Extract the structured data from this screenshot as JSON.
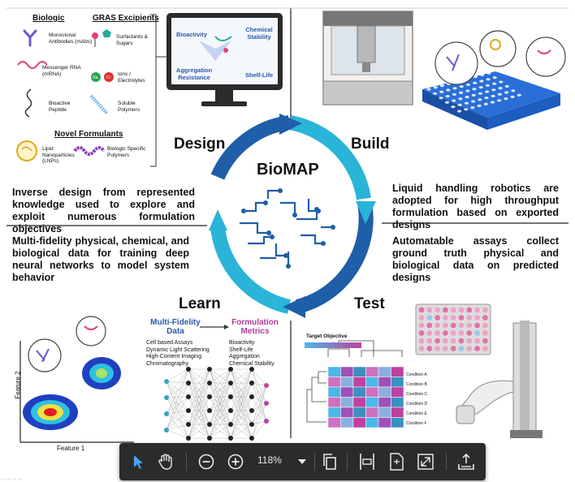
{
  "figure": {
    "title": "BioMAP",
    "phases": {
      "design": "Design",
      "build": "Build",
      "learn": "Learn",
      "test": "Test"
    },
    "design": {
      "biologic_heading": "Biologic",
      "gras_heading": "GRAS Excipients",
      "items_left": [
        "Monoclonal Antibodies (mAbs)",
        "Messenger RNA (mRNA)",
        "Bioactive Peptide"
      ],
      "items_right": [
        "Surfactants & Sugars",
        "Ions / Electrolytes",
        "Soluble Polymers"
      ],
      "novel_heading": "Novel Formulants",
      "novel_items": [
        "Lipid Nanoparticles (LNPs)",
        "Biologic Specific Polymers"
      ],
      "monitor_labels": [
        "Bioactivity",
        "Chemical Stability",
        "Aggregation Resistance",
        "Shelf-Life"
      ],
      "ion_symbols": [
        "Na",
        "Cl"
      ],
      "description": "Inverse design from represented knowledge used to explore and exploit numerous formulation objectives"
    },
    "build": {
      "description": "Liquid handling robotics are adopted for high throughput formulation based on exported designs"
    },
    "learn": {
      "description": "Multi-fidelity physical, chemical, and biological data for training deep neural networks to model system behavior",
      "data_heading": "Multi-Fidelity Data",
      "data_items": [
        "Cell based Assays",
        "Dynamic Light Scattering",
        "High-Content Imaging",
        "Chromatography"
      ],
      "metrics_heading": "Formulation Metrics",
      "metrics_items": [
        "Bioactivity",
        "Shelf-Life",
        "Aggregation",
        "Chemical Stability"
      ],
      "x_axis": "Feature 1",
      "y_axis": "Feature 2"
    },
    "test": {
      "description": "Automatable assays collect ground truth physical and biological data on predicted designs",
      "target_label": "Target Objective",
      "conditions": [
        "Condition A",
        "Condition B",
        "Condition C",
        "Condition D",
        "Condition E",
        "Condition F"
      ]
    }
  },
  "toolbar": {
    "zoom_value": "118%",
    "tools": [
      "select-tool",
      "pan-tool",
      "zoom-out",
      "zoom-in",
      "zoom-dropdown",
      "page-view",
      "fit-width",
      "fit-page",
      "fullscreen",
      "download"
    ],
    "accent": "#4aa3ff"
  },
  "footer": {
    "partial_text": "...  ...  ...  ..."
  }
}
